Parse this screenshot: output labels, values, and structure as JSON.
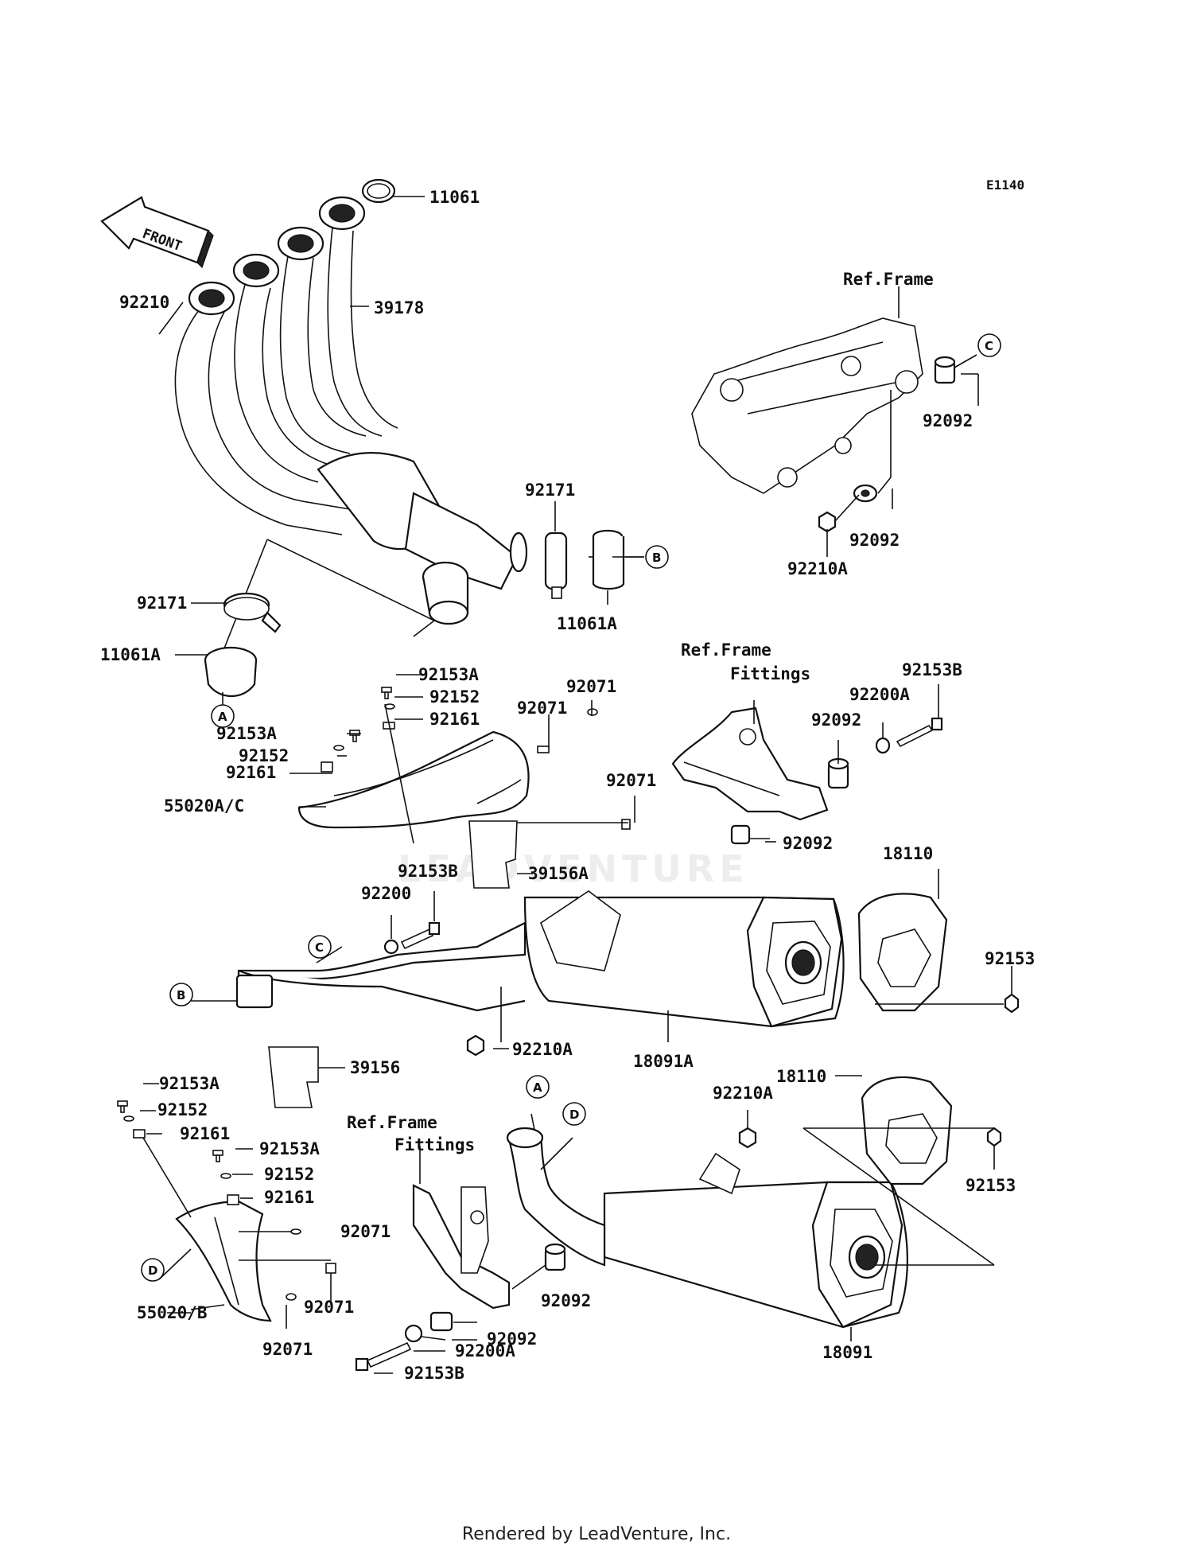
{
  "diagram_code": "E1140",
  "front_label": "FRONT",
  "watermark": "LEADVENTURE",
  "footer": "Rendered by LeadVenture, Inc.",
  "ref_letters": {
    "a": "A",
    "b": "B",
    "c": "C",
    "d": "D"
  },
  "refs": {
    "frame": "Ref.Frame",
    "frame_fittings_1": "Ref.Frame",
    "frame_fittings_1b": "Fittings",
    "frame_fittings_2": "Ref.Frame",
    "frame_fittings_2b": "Fittings"
  },
  "labels": {
    "p11061": "11061",
    "p39178": "39178",
    "p92210": "92210",
    "p92171_r": "92171",
    "p92171_l": "92171",
    "p11061A_r": "11061A",
    "p11061A_l": "11061A",
    "p92092_frame": "92092",
    "p92092_frame2": "92092",
    "p92210A_frame": "92210A",
    "p92153A_1": "92153A",
    "p92152_1": "92152",
    "p92161_1": "92161",
    "p92153A_2": "92153A",
    "p92152_2": "92152",
    "p92161_2": "92161",
    "p55020AC": "55020A/C",
    "p92071_a": "92071",
    "p92071_b": "92071",
    "p92071_c": "92071",
    "p92153B_fit": "92153B",
    "p92200A_fit": "92200A",
    "p92092_fit": "92092",
    "p92092_mid": "92092",
    "p39156A": "39156A",
    "p18110_top": "18110",
    "p92153B_mid": "92153B",
    "p92200": "92200",
    "p92153_top": "92153",
    "p92210A_mid": "92210A",
    "p18091A": "18091A",
    "p39156": "39156",
    "p18110_bot": "18110",
    "p92153A_3": "92153A",
    "p92152_3": "92152",
    "p92161_3": "92161",
    "p92210A_bot": "92210A",
    "p92153A_4": "92153A",
    "p92152_4": "92152",
    "p92161_4": "92161",
    "p92153_bot": "92153",
    "p92071_d": "92071",
    "p92071_e": "92071",
    "p92071_f": "92071",
    "p55020B": "55020/B",
    "p92092_bot": "92092",
    "p92092_bot2": "92092",
    "p92200A_bot": "92200A",
    "p92153B_bot": "92153B",
    "p18091": "18091"
  }
}
